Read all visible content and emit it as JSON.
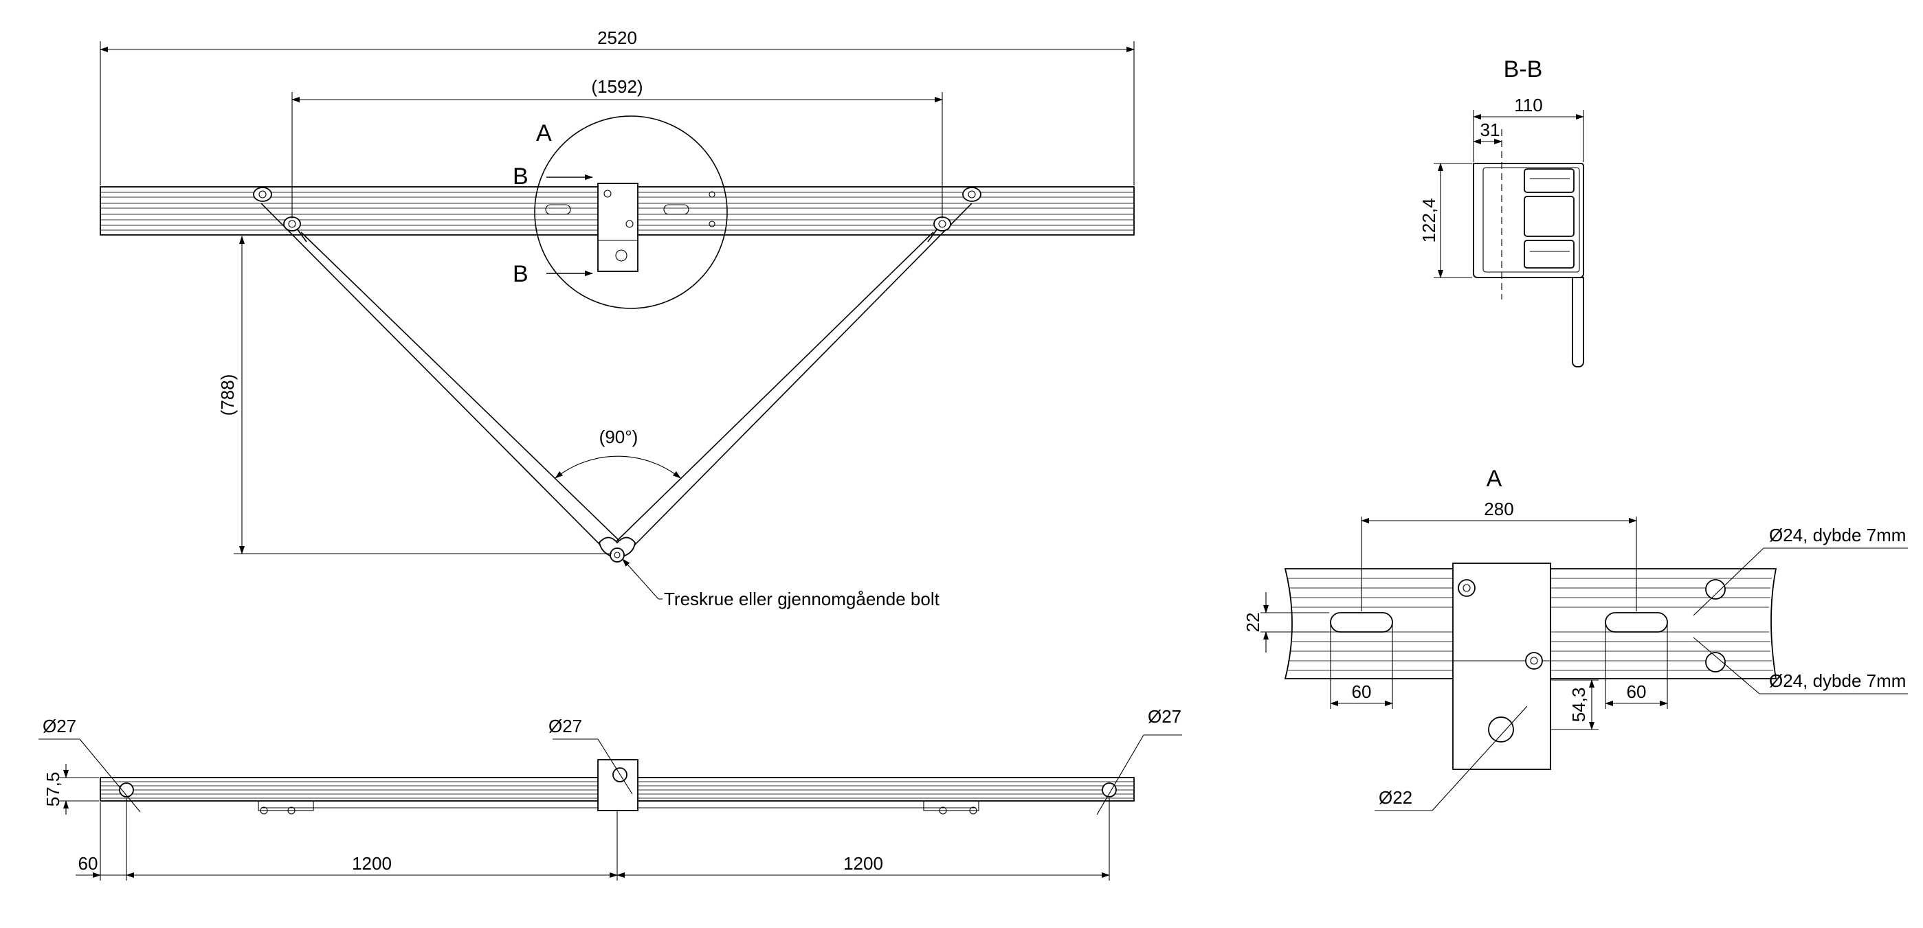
{
  "views": {
    "top": {
      "overall_length": "2520",
      "strut_span": "(1592)",
      "strut_depth": "(788)",
      "strut_angle": "(90°)",
      "detail_ref": "A",
      "section_ref_upper": "B",
      "section_ref_lower": "B",
      "fastener_note": "Treskrue eller gjennomgående bolt"
    },
    "section_bb": {
      "title": "B-B",
      "width": "110",
      "offset": "31",
      "height": "122,4"
    },
    "detail_a": {
      "title": "A",
      "slot_spacing": "280",
      "slot_height": "22",
      "slot_length_left": "60",
      "slot_length_right": "60",
      "hole_offset": "54,3",
      "counterbore_upper": "Ø24, dybde 7mm",
      "counterbore_lower": "Ø24, dybde 7mm",
      "hole_diameter": "Ø22"
    },
    "front": {
      "hole_left": "Ø27",
      "hole_center": "Ø27",
      "hole_right": "Ø27",
      "height": "57,5",
      "end_offset": "60",
      "spacing_left": "1200",
      "spacing_right": "1200"
    }
  }
}
